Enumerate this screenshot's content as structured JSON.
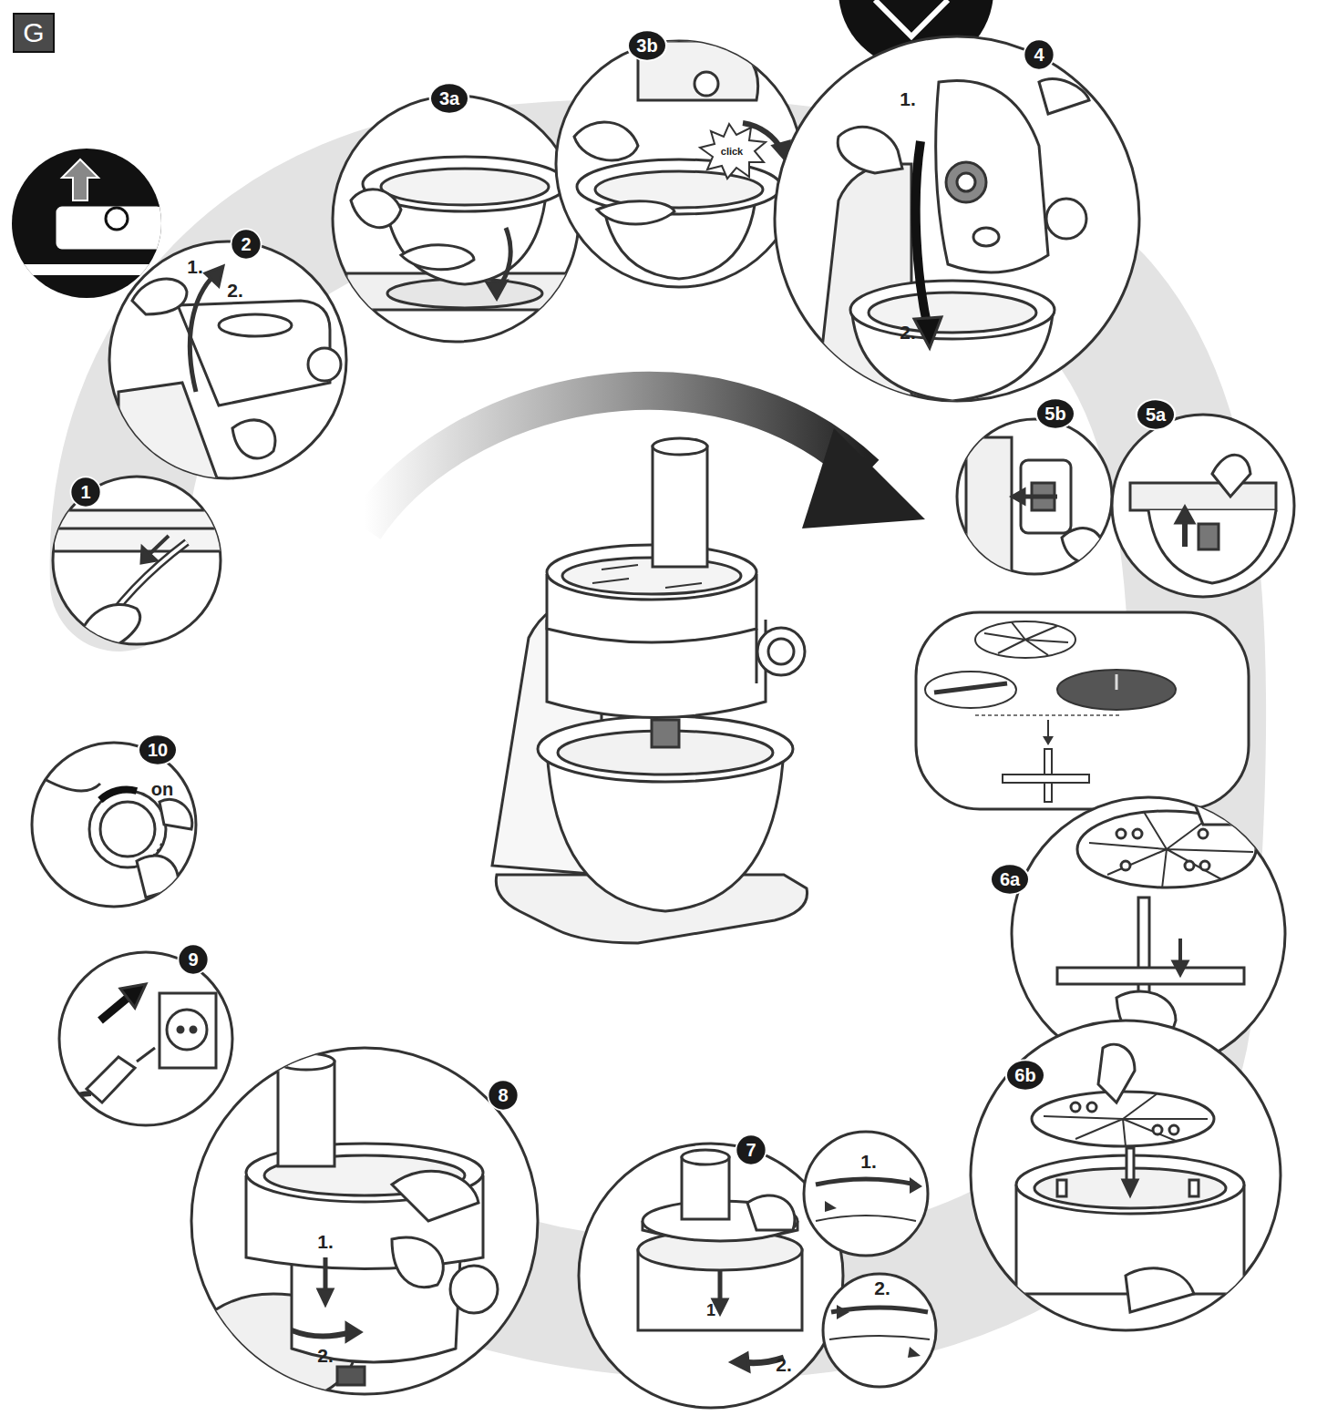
{
  "diagram": {
    "nodes": [
      {
        "text": [
          "G"
        ]
      },
      {
        "text": [
          "1"
        ]
      },
      {
        "text": [
          "2"
        ]
      },
      {
        "text": [
          "3a"
        ]
      },
      {
        "text": [
          "3b"
        ]
      },
      {
        "text": [
          "4"
        ]
      },
      {
        "text": [
          "5b"
        ]
      },
      {
        "text": [
          "5a"
        ]
      },
      {
        "text": [
          "6a"
        ]
      },
      {
        "text": [
          "6b"
        ]
      },
      {
        "text": [
          "7"
        ]
      },
      {
        "text": [
          "8"
        ]
      },
      {
        "text": [
          "9"
        ]
      },
      {
        "text": [
          "10"
        ]
      }
    ],
    "labels": [
      "1.",
      "2.",
      "click",
      "1.",
      "2.",
      "1.",
      "2.",
      "1",
      "2.",
      "1.",
      "2.",
      "on"
    ]
  }
}
